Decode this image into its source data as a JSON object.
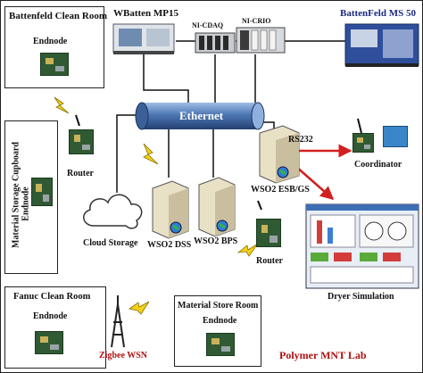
{
  "rooms": {
    "battenfeld_clean_room": {
      "title": "Battenfeld Clean Room",
      "node": "Endnode"
    },
    "material_storage": {
      "title": "Material Storage Cupboard",
      "node": "Endnode"
    },
    "fanuc_clean_room": {
      "title": "Fanuc Clean Room",
      "node": "Endnode"
    },
    "material_store_room": {
      "title": "Material Store Room",
      "node": "Endnode"
    }
  },
  "machines": {
    "wbatten": "WBatten MP15",
    "battenfeld_ms50": "BattenFeld  MS 50",
    "ni_cdaq": "NI-CDAQ",
    "ni_crio": "NI-CRIO"
  },
  "network": {
    "ethernet": "Ethernet",
    "rs232": "RS232",
    "coordinator": "Coordinator",
    "wso2_esb": "WSO2 ESB/GS",
    "wso2_dss": "WSO2 DSS",
    "wso2_bps": "WSO2 BPS",
    "cloud_storage": "Cloud Storage",
    "router_left": "Router",
    "router_right": "Router",
    "dryer_simulation": "Dryer Simulation",
    "zigbee": "Zigbee  WSN",
    "lab": "Polymer MNT Lab"
  },
  "colors": {
    "ethernet_bar": "#4d78b4",
    "link_red": "#d21f1f",
    "lab_text": "#b01010"
  }
}
